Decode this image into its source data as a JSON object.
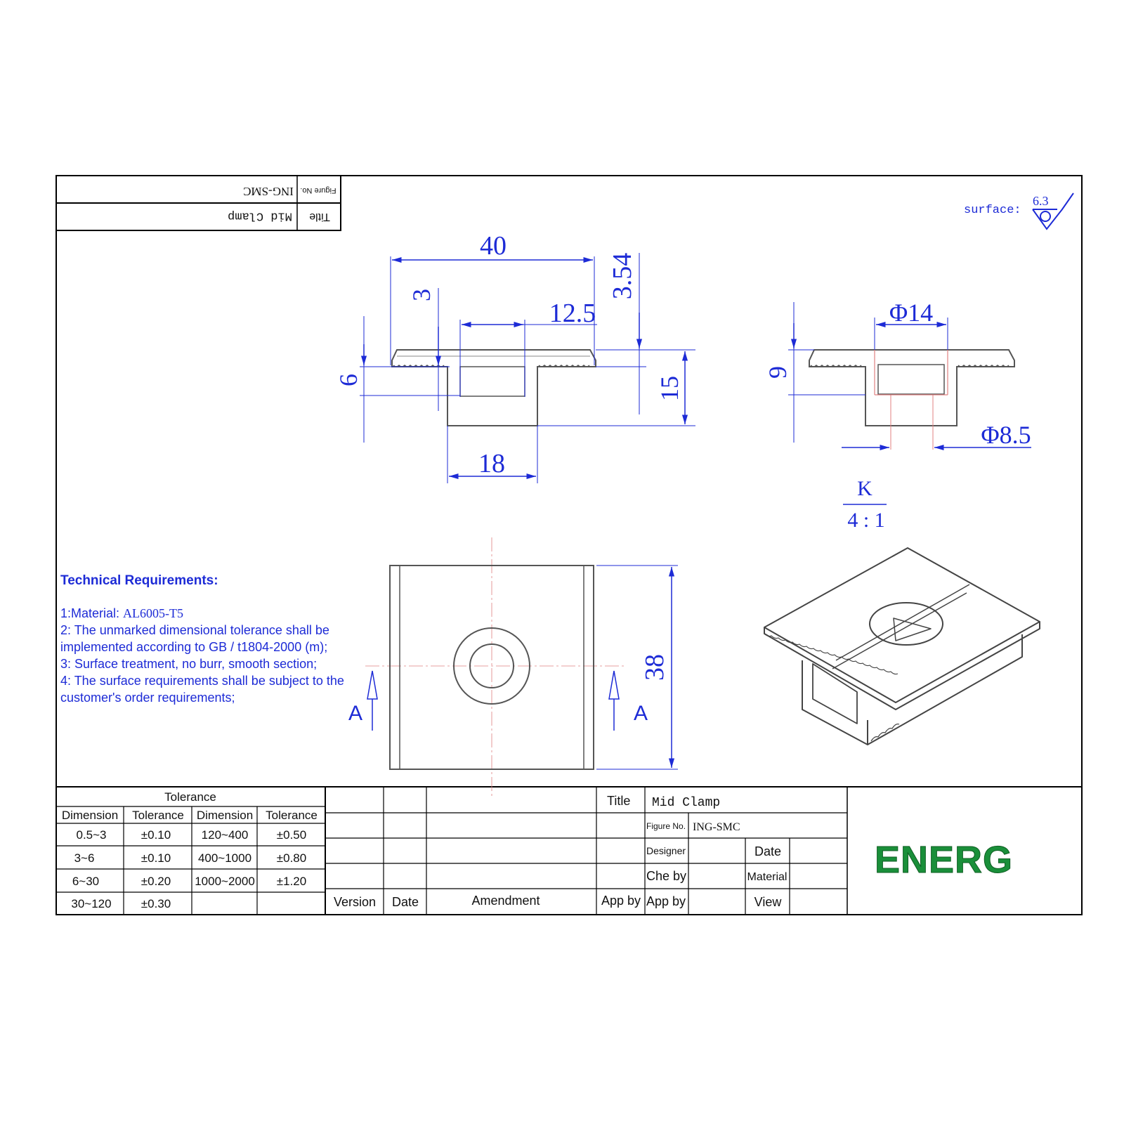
{
  "colors": {
    "dimension": "#1d2bd6",
    "line": "#555555",
    "border": "#000000",
    "logo": "#1a8f3a",
    "center": "#e08080"
  },
  "corner_block": {
    "figure_no_label": "Figure No.",
    "figure_no_value": "ING-SMC",
    "title_label": "Title",
    "title_value": "Mid Clamp"
  },
  "surface": {
    "label": "surface:",
    "value": "6.3"
  },
  "front_view_dims": {
    "width_total": "40",
    "top_offset": "3",
    "slot_width": "12.5",
    "top_thickness": "3.54",
    "height_left": "6",
    "height_total": "15",
    "base_width": "18"
  },
  "detail_view_dims": {
    "hole_diameter": "Φ14",
    "depth": "9",
    "bore_diameter": "Φ8.5",
    "label": "K",
    "scale": "4 : 1"
  },
  "top_view_dims": {
    "length": "38",
    "section_left": "A",
    "section_right": "A"
  },
  "tech_requirements": {
    "heading": "Technical Requirements:",
    "material_label": "1:Material: ",
    "material_value": "AL6005-T5",
    "item2": "2: The unmarked dimensional tolerance shall be implemented according to GB / t1804-2000 (m);",
    "item3": "3: Surface treatment, no burr, smooth section;",
    "item4": "4: The surface requirements shall be subject to the customer's order requirements;"
  },
  "tolerance_table": {
    "title": "Tolerance",
    "headers": [
      "Dimension",
      "Tolerance",
      "Dimension",
      "Tolerance"
    ],
    "rows": [
      [
        "0.5~3",
        "±0.10",
        "120~400",
        "±0.50"
      ],
      [
        "3~6",
        "±0.10",
        "400~1000",
        "±0.80"
      ],
      [
        "6~30",
        "±0.20",
        "1000~2000",
        "±1.20"
      ],
      [
        "30~120",
        "±0.30",
        "",
        ""
      ]
    ]
  },
  "revision_block": {
    "version": "Version",
    "date": "Date",
    "amendment": "Amendment",
    "app_by": "App by"
  },
  "title_block": {
    "title_label": "Title",
    "title_value": "Mid Clamp",
    "figure_no_label": "Figure No.",
    "figure_no_value": "ING-SMC",
    "designer": "Designer",
    "date": "Date",
    "che_by": "Che by",
    "material": "Material",
    "app_by": "App by",
    "view": "View"
  },
  "logo": {
    "text": "ENERG"
  }
}
